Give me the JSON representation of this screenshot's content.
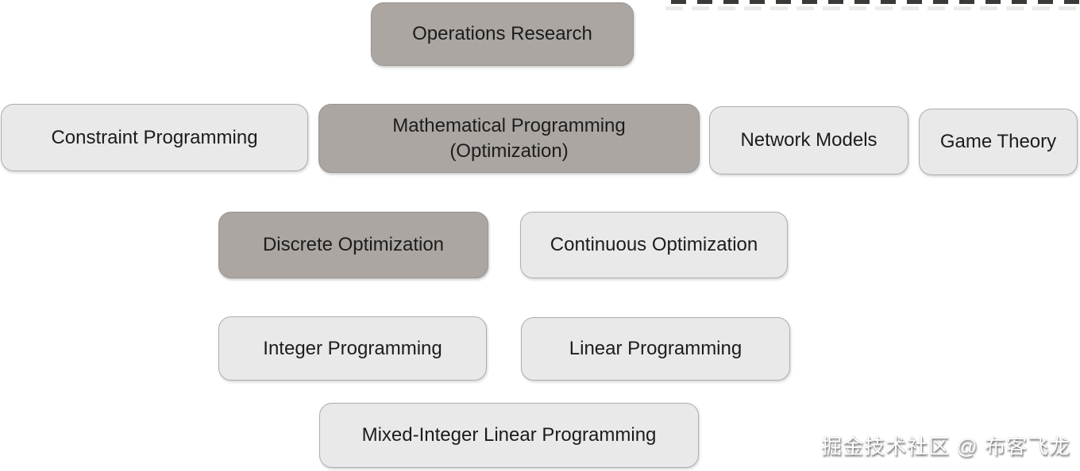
{
  "diagram": {
    "title_node": "Operations Research",
    "nodes": {
      "operations_research": {
        "label": "Operations Research",
        "variant": "dark"
      },
      "constraint_programming": {
        "label": "Constraint Programming",
        "variant": "light"
      },
      "mathematical_programming": {
        "label": "Mathematical Programming",
        "sublabel": "(Optimization)",
        "variant": "dark"
      },
      "network_models": {
        "label": "Network Models",
        "variant": "light"
      },
      "game_theory": {
        "label": "Game Theory",
        "variant": "light"
      },
      "discrete_optimization": {
        "label": "Discrete Optimization",
        "variant": "dark"
      },
      "continuous_optimization": {
        "label": "Continuous Optimization",
        "variant": "light"
      },
      "integer_programming": {
        "label": "Integer Programming",
        "variant": "light"
      },
      "linear_programming": {
        "label": "Linear Programming",
        "variant": "light"
      },
      "mixed_integer_linear_programming": {
        "label": "Mixed-Integer Linear Programming",
        "variant": "light"
      }
    }
  },
  "watermark": {
    "text": "掘金技术社区 @ 布客飞龙"
  },
  "palette": {
    "dark_fill": "#aba6a2",
    "dark_border": "#9a9591",
    "light_fill": "#e9e9e9",
    "light_border": "#aeaeae",
    "text_color": "#1c1c1c",
    "canvas_bg": "#ffffff",
    "dash_color": "#3a3a38",
    "watermark_color": "#ffffff"
  }
}
